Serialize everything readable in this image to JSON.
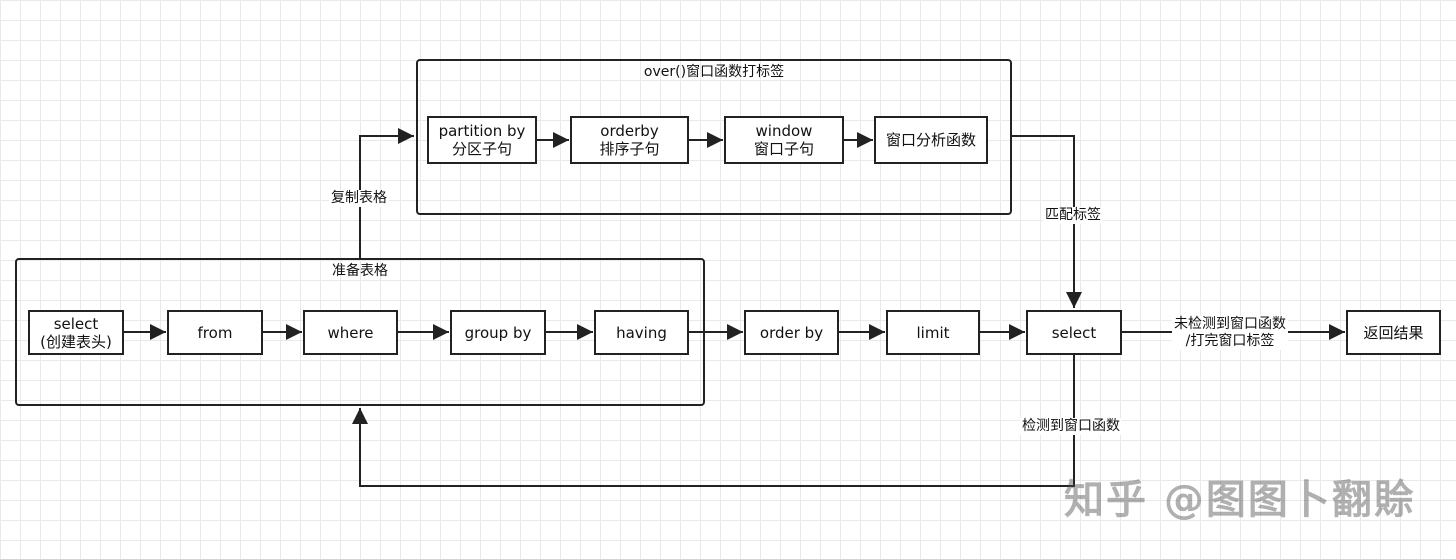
{
  "groups": {
    "over": "over()窗口函数打标签",
    "prepare": "准备表格"
  },
  "nodes": {
    "partition_by": [
      "partition by",
      "分区子句"
    ],
    "orderby": [
      "orderby",
      "排序子句"
    ],
    "window": [
      "window",
      "窗口子句"
    ],
    "analysis": "窗口分析函数",
    "select_header": [
      "select",
      "(创建表头)"
    ],
    "from": "from",
    "where": "where",
    "group_by": "group by",
    "having": "having",
    "order_by": "order by",
    "limit": "limit",
    "select": "select",
    "return": "返回结果"
  },
  "edge_labels": {
    "copy_table": "复制表格",
    "match_tag": "匹配标签",
    "no_window": [
      "未检测到窗口函数",
      "/打完窗口标签"
    ],
    "detected_window": "检测到窗口函数"
  },
  "watermark": "知乎 @图图卜翻賒"
}
